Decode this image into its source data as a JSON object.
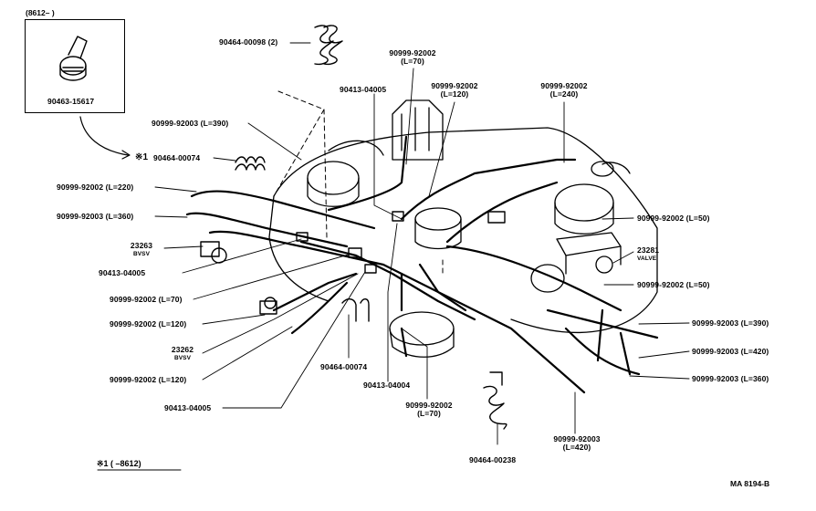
{
  "inset": {
    "caption": "(8612–      )",
    "part": "90463-15617"
  },
  "labels": {
    "p90464_00098": "90464-00098 (2)",
    "p90999_92002_l70_top": "90999-92002",
    "p90999_92002_l70_top_len": "(L=70)",
    "p90413_04005_top": "90413-04005",
    "p90999_92002_l120_top": "90999-92002",
    "p90999_92002_l120_top_len": "(L=120)",
    "p90999_92002_l240": "90999-92002",
    "p90999_92002_l240_len": "(L=240)",
    "p90999_92003_l390_left": "90999-92003 (L=390)",
    "p90464_00074_left": "90464-00074",
    "p90999_92002_l220": "90999-92002 (L=220)",
    "p90999_92003_l360_left": "90999-92003 (L=360)",
    "p23263": "23263",
    "p23263_sub": "BVSV",
    "p90413_04005_mid": "90413-04005",
    "p90999_92002_l70_left": "90999-92002 (L=70)",
    "p90999_92002_l120_left1": "90999-92002 (L=120)",
    "p23262": "23262",
    "p23262_sub": "BVSV",
    "p90999_92002_l120_left2": "90999-92002 (L=120)",
    "p90413_04005_bot": "90413-04005",
    "p90464_00074_bot": "90464-00074",
    "p90413_04004": "90413-04004",
    "p90999_92002_l70_bot": "90999-92002",
    "p90999_92002_l70_bot_len": "(L=70)",
    "p90464_00238": "90464-00238",
    "p90999_92003_l420_bot": "90999-92003",
    "p90999_92003_l420_bot_len": "(L=420)",
    "p90999_92002_l50_a": "90999-92002 (L=50)",
    "p23281": "23281",
    "p23281_sub": "VALVE",
    "p90999_92002_l50_b": "90999-92002 (L=50)",
    "p90999_92003_l390_right": "90999-92003 (L=390)",
    "p90999_92003_l420_right": "90999-92003 (L=420)",
    "p90999_92003_l360_right": "90999-92003 (L=360)",
    "star_mark": "※1",
    "footnote": "※1 (      –8612)",
    "ref": "MA 8194-B"
  }
}
